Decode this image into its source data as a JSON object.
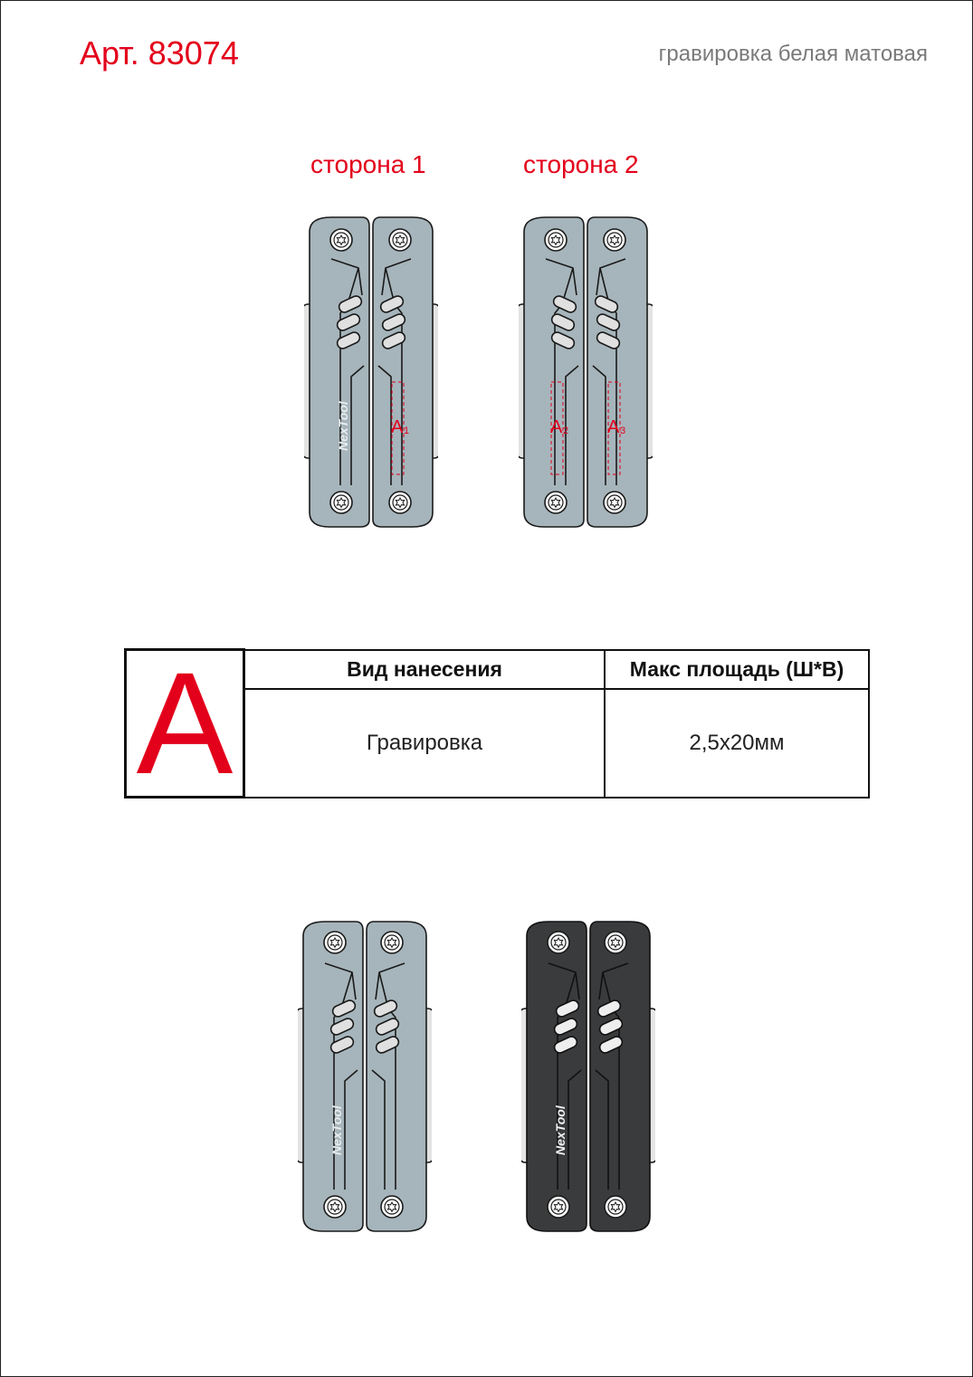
{
  "header": {
    "article": "Арт. 83074",
    "method": "гравировка белая матовая"
  },
  "sides": {
    "side1": "сторона 1",
    "side2": "сторона 2"
  },
  "zones": {
    "a1_main": "A",
    "a1_sub": "1",
    "a2_main": "A",
    "a2_sub": "2",
    "a3_main": "A",
    "a3_sub": "3"
  },
  "brand_text": "NexTool",
  "table": {
    "zone_letter": "A",
    "col1_header": "Вид нанесения",
    "col2_header": "Макс площадь (Ш*В)",
    "method_value": "Гравировка",
    "area_value": "2,5x20мм"
  },
  "colors": {
    "accent": "#e3001b",
    "tool_grey": "#a6b5bb",
    "tool_black": "#3a3b3c"
  }
}
